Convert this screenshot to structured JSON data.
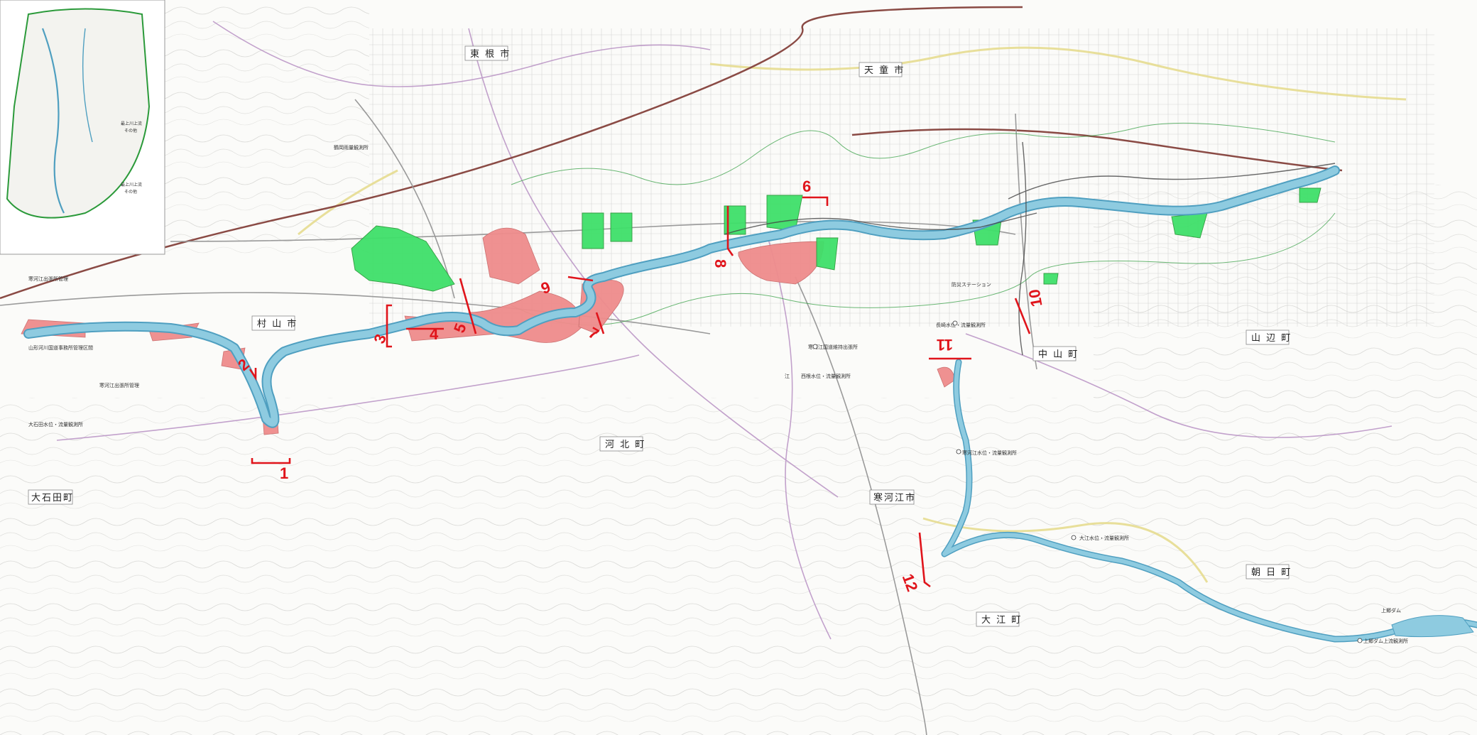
{
  "colors": {
    "river": "#8ecbe0",
    "river_edge": "#4f9fc0",
    "green_zone": "#3fe06a",
    "red_zone": "#ef8c8c",
    "boundary_green": "#2b9a3a",
    "boundary_yellow": "#e5dc8f",
    "road_brown": "#8a4a44",
    "section_marker": "#e0141b"
  },
  "municipalities": {
    "higashine": "東 根 市",
    "tendo": "天 童 市",
    "murayama": "村 山 市",
    "kahoku": "河 北 町",
    "sagae": "寒河江市",
    "nakayama": "中 山 町",
    "yamanobe": "山 辺 町",
    "oishida": "大石田町",
    "oe": "大 江 町",
    "asahi": "朝 日 町"
  },
  "sections": [
    "1",
    "2",
    "3",
    "4",
    "5",
    "6",
    "7",
    "8",
    "9",
    "10",
    "11",
    "12"
  ],
  "facility_labels": {
    "sagae_office": "寒河江国道維持出張所",
    "sagae_office_prefix": "江",
    "nishine_station": "西根水位・流量観測所",
    "nagasaki_station": "長崎水位・流量観測所",
    "murayama_office": "寒河江出張所管理",
    "murayama_boundary": "山形河川国道事務所管理区間",
    "oishida_station": "大石田水位・流量観測所",
    "tsuruoka_station": "鶴岡雨量観測所",
    "sagae_water_station": "寒河江水位・流量観測所",
    "funagaki": "防災ステーション",
    "sagae_jp": "寒河江出張所管理",
    "oe_station": "大江水位・流量観測所",
    "asahi_dam": "上郷ダム",
    "upstream_station": "上郷ダム上流観測所"
  },
  "inset": {
    "labels": [
      "最上川上流",
      "その他",
      "最上川上流",
      "その他"
    ]
  }
}
